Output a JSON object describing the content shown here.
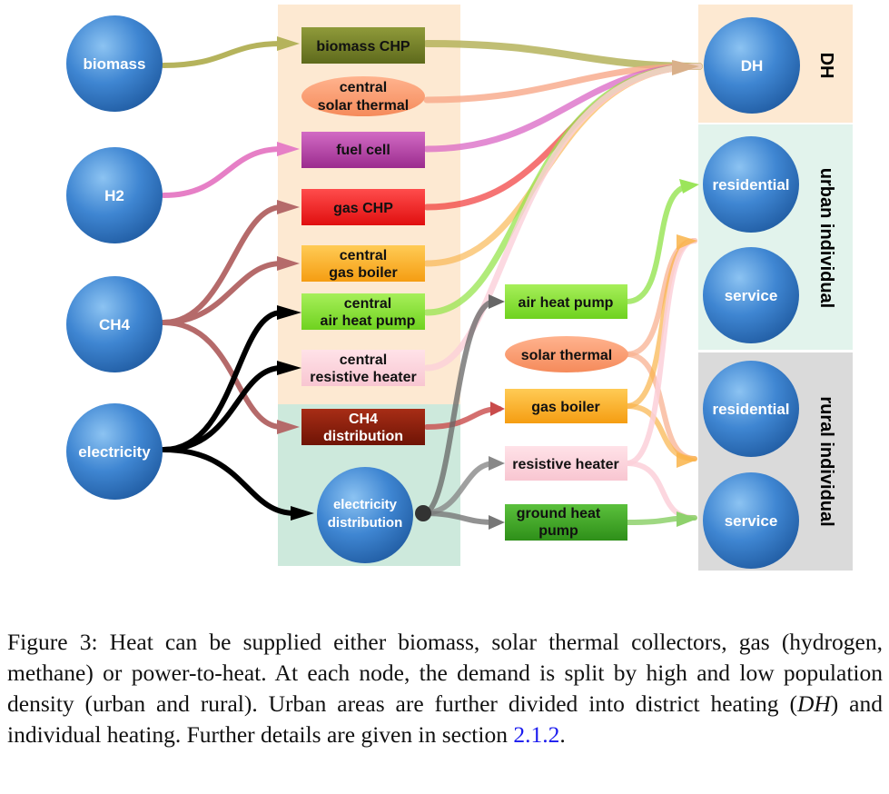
{
  "sources": {
    "biomass": "biomass",
    "h2": "H2",
    "ch4": "CH4",
    "electricity": "electricity"
  },
  "central": {
    "biomass_chp": "biomass CHP",
    "solar_thermal_1": "central",
    "solar_thermal_2": "solar thermal",
    "fuel_cell": "fuel cell",
    "gas_chp": "gas CHP",
    "gas_boiler_1": "central",
    "gas_boiler_2": "gas boiler",
    "air_heat_pump_1": "central",
    "air_heat_pump_2": "air heat pump",
    "resistive_1": "central",
    "resistive_2": "resistive heater",
    "ch4_distribution_1": "CH4",
    "ch4_distribution_2": "distribution",
    "electricity_distribution_1": "electricity",
    "electricity_distribution_2": "distribution"
  },
  "individual": {
    "air_heat_pump": "air heat pump",
    "solar_thermal": "solar thermal",
    "gas_boiler": "gas boiler",
    "resistive_heater": "resistive heater",
    "ground_heat_pump_1": "ground heat",
    "ground_heat_pump_2": "pump"
  },
  "demand": {
    "dh": "DH",
    "urban_residential": "residential",
    "urban_service": "service",
    "rural_residential": "residential",
    "rural_service": "service"
  },
  "regions": {
    "dh": "DH",
    "urban": "urban individual",
    "rural": "rural individual"
  },
  "caption": {
    "part1": "Figure 3: Heat can be supplied either biomass, solar thermal collectors, gas (hydrogen, methane) or power-to-heat. At each node, the demand is split by high and low population density (urban and rural). Urban areas are further divided into district heating (",
    "dh": "DH",
    "part2": ") and individual heating. Further details are given in section ",
    "ref": "2.1.2",
    "part3": "."
  },
  "colors": {
    "biomass_flow": "#b5b35c",
    "h2_flow": "#e67fc6",
    "ch4_flow": "#a13c3c",
    "electricity_flow": "#000000",
    "node_blue": "#3d84cf",
    "central_bg": "#fde9d2",
    "distribution_bg": "#cde9dc",
    "urban_bg": "#e2f3ec",
    "rural_bg": "#dadada",
    "dh_bg": "#fde9d2"
  }
}
